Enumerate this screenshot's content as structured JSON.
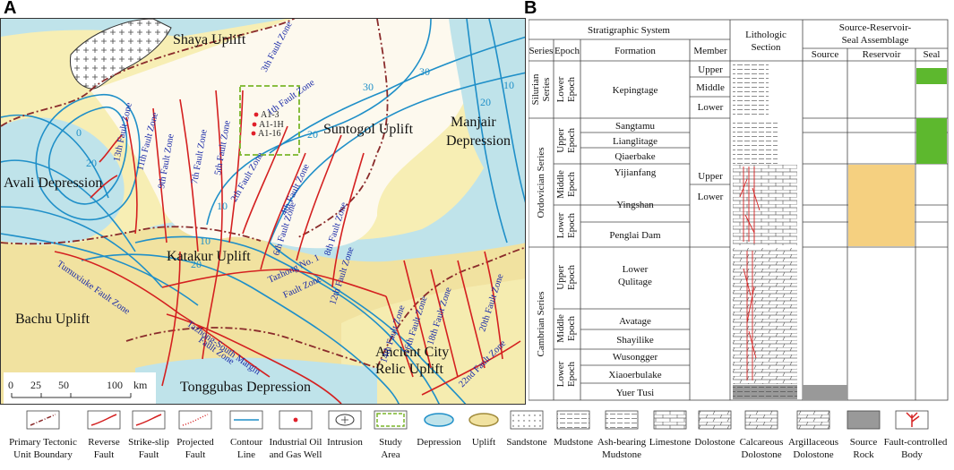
{
  "panels": {
    "a": "A",
    "b": "B"
  },
  "map": {
    "regions": {
      "shaya": "Shaya Uplift",
      "suntogol": "Suntogol Uplift",
      "manjair_1": "Manjair",
      "manjair_2": "Depression",
      "avali": "Avali Depression",
      "katakur": "Katakur Uplift",
      "bachu": "Bachu Uplift",
      "ancient_1": "Ancient City",
      "ancient_2": "Relic Uplift",
      "tonggubas": "Tonggubas Depression"
    },
    "faults": {
      "f1": "1th Fault Zone",
      "f2": "2th Fault Zone",
      "f3": "3th Fault Zone",
      "f4": "4th Fault Zone",
      "f5": "5th Fault Zone",
      "f6": "6th Fault Zone",
      "f7": "7th Fault Zone",
      "f8": "8th Fault Zone",
      "f9": "9th Fault Zone",
      "f11": "11th Fault Zone",
      "f12": "12th Fault Zone",
      "f13": "13th Fault Zone",
      "f14": "14th Fault Zone",
      "f16": "16th Fault Zone",
      "f18": "18th Fault Zone",
      "f20": "20th Fault Zone",
      "f22": "22nd Fault Zone",
      "tazhong_1": "Tazhong No. 1",
      "tazhong_2": "Fault Zone",
      "tumuxiuke": "Tumuxiuke Fault Zone",
      "tzsouth_1": "Tazhong-South Margin",
      "tzsouth_2": "Fault Zone"
    },
    "wells": [
      "A1-3",
      "A1-1H",
      "A1-16"
    ],
    "contours": [
      "0",
      "20",
      "30",
      "20",
      "10",
      "10",
      "20",
      "10",
      "20",
      "30"
    ],
    "scale": {
      "t0": "0",
      "t25": "25",
      "t50": "50",
      "t100": "100",
      "unit": "km"
    }
  },
  "strat": {
    "headers": {
      "system": "Stratigraphic System",
      "series": "Series",
      "epoch": "Epoch",
      "formation": "Formation",
      "member": "Member",
      "litho_1": "Lithologic",
      "litho_2": "Section",
      "assemblage_1": "Source-Reservoir-",
      "assemblage_2": "Seal Assemblage",
      "source": "Source",
      "reservoir": "Reservoir",
      "seal": "Seal"
    },
    "series": {
      "silurian_1": "Silurian",
      "silurian_2": "Series",
      "ordovician": "Ordovician Series",
      "cambrian": "Cambrian Series"
    },
    "epochs": {
      "lower": "Lower",
      "upper": "Upper",
      "middle": "Middle",
      "epoch": "Epoch"
    },
    "formations": {
      "kepingtage": "Kepingtage",
      "sangtamu": "Sangtamu",
      "lianglitage": "Lianglitage",
      "qiaerbake": "Qiaerbake",
      "yijianfang": "Yijianfang",
      "yingshan": "Yingshan",
      "penglai": "Penglai Dam",
      "lower_qulitage_1": "Lower",
      "lower_qulitage_2": "Qulitage",
      "avatage": "Avatage",
      "shayilike": "Shayilike",
      "wusongger": "Wusongger",
      "xiaoerbulake": "Xiaoerbulake",
      "yuer": "Yuer Tusi"
    },
    "members": {
      "upper": "Upper",
      "middle": "Middle",
      "lower": "Lower",
      "y_upper": "Upper",
      "y_lower": "Lower"
    },
    "colors": {
      "source": "#999999",
      "reservoir": "#f5d080",
      "seal": "#5db82e"
    }
  },
  "legend": [
    {
      "key": "tectonic",
      "label_1": "Primary  Tectonic",
      "label_2": "Unit  Boundary"
    },
    {
      "key": "reverse",
      "label_1": "Reverse",
      "label_2": "Fault"
    },
    {
      "key": "strikeslip",
      "label_1": "Strike-slip",
      "label_2": "Fault"
    },
    {
      "key": "projected",
      "label_1": "Projected",
      "label_2": "Fault"
    },
    {
      "key": "contour",
      "label_1": "Contour",
      "label_2": "Line"
    },
    {
      "key": "well",
      "label_1": "Industrial  Oil",
      "label_2": "and Gas  Well"
    },
    {
      "key": "intrusion",
      "label_1": "Intrusion",
      "label_2": ""
    },
    {
      "key": "study",
      "label_1": "Study",
      "label_2": "Area"
    },
    {
      "key": "depression",
      "label_1": "Depression",
      "label_2": ""
    },
    {
      "key": "uplift",
      "label_1": "Uplift",
      "label_2": ""
    },
    {
      "key": "sandstone",
      "label_1": "Sandstone",
      "label_2": ""
    },
    {
      "key": "mudstone",
      "label_1": "Mudstone",
      "label_2": ""
    },
    {
      "key": "ashmud",
      "label_1": "Ash-bearing",
      "label_2": "Mudstone"
    },
    {
      "key": "limestone",
      "label_1": "Limestone",
      "label_2": ""
    },
    {
      "key": "dolostone",
      "label_1": "Dolostone",
      "label_2": ""
    },
    {
      "key": "calcdolo",
      "label_1": "Calcareous",
      "label_2": "Dolostone"
    },
    {
      "key": "argdolo",
      "label_1": "Argillaceous",
      "label_2": "Dolostone"
    },
    {
      "key": "source",
      "label_1": "Source",
      "label_2": "Rock"
    },
    {
      "key": "faultbody",
      "label_1": "Fault-controlled",
      "label_2": "Body"
    }
  ]
}
